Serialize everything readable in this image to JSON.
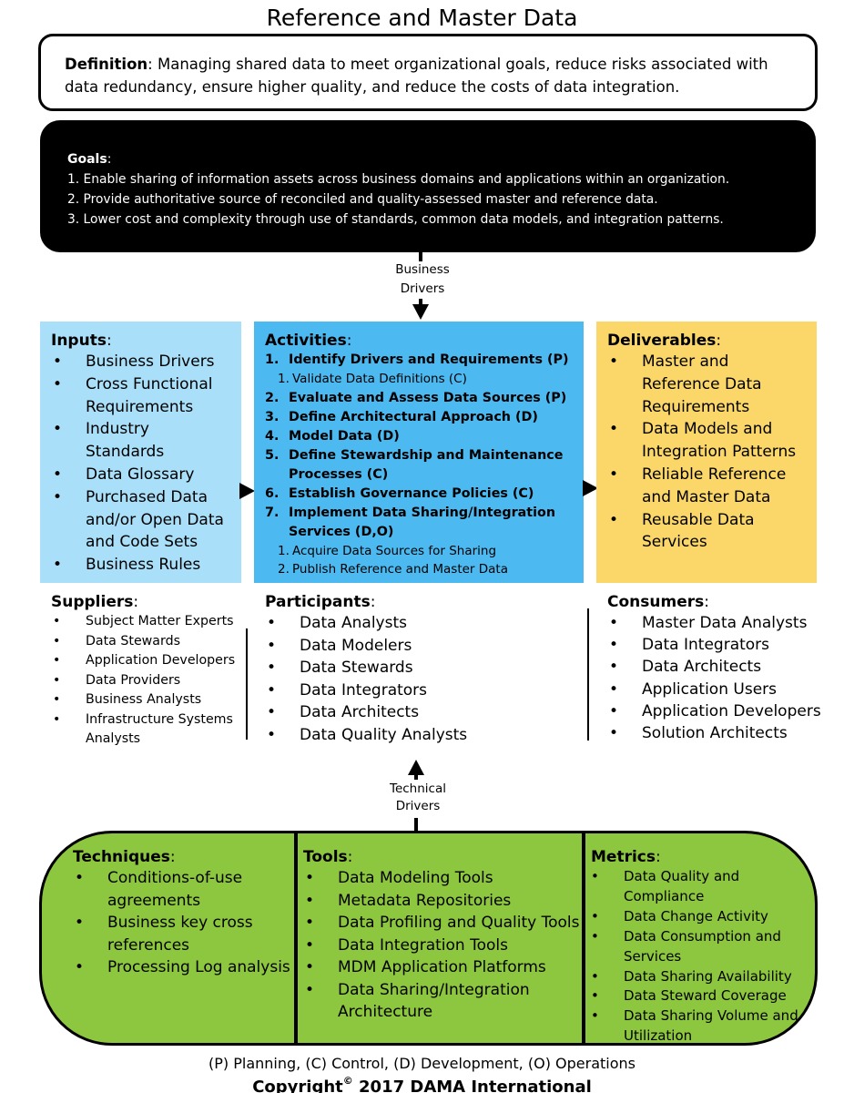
{
  "title": "Reference and Master Data",
  "definition": {
    "label": "Definition",
    "text": "Managing shared data to meet organizational goals, reduce risks associated with data redundancy, ensure higher quality, and reduce the costs of data integration."
  },
  "goals": {
    "label": "Goals",
    "items": [
      "1. Enable sharing of information assets across business domains and applications within an organization.",
      "2. Provide authoritative source of reconciled and quality-assessed master and reference data.",
      "3. Lower cost and complexity through use of standards, common data models, and integration patterns."
    ]
  },
  "business_drivers": {
    "line1": "Business",
    "line2": "Drivers"
  },
  "technical_drivers": {
    "line1": "Technical",
    "line2": "Drivers"
  },
  "inputs": {
    "title": "Inputs",
    "items": [
      "Business Drivers",
      "Cross Functional Requirements",
      "Industry Standards",
      "Data Glossary",
      "Purchased Data and/or Open Data and Code Sets",
      "Business Rules"
    ]
  },
  "activities": {
    "title": "Activities",
    "items": [
      {
        "num": "1.",
        "text": "Identify Drivers and Requirements (P)"
      },
      {
        "num": "1.",
        "text": "Validate Data Definitions (C)",
        "sub": true
      },
      {
        "num": "2.",
        "text": "Evaluate and Assess Data Sources (P)"
      },
      {
        "num": "3.",
        "text": "Define Architectural Approach (D)"
      },
      {
        "num": "4.",
        "text": "Model Data (D)"
      },
      {
        "num": "5.",
        "text": "Define Stewardship and Maintenance Processes (C)"
      },
      {
        "num": "6.",
        "text": "Establish Governance Policies (C)"
      },
      {
        "num": "7.",
        "text": "Implement Data Sharing/Integration Services (D,O)"
      },
      {
        "num": "1.",
        "text": "Acquire Data Sources for Sharing",
        "sub": true
      },
      {
        "num": "2.",
        "text": "Publish Reference and Master Data",
        "sub": true
      }
    ]
  },
  "deliverables": {
    "title": "Deliverables",
    "items": [
      "Master and Reference Data Requirements",
      "Data Models and Integration Patterns",
      "Reliable Reference and Master Data",
      "Reusable Data Services"
    ]
  },
  "suppliers": {
    "title": "Suppliers",
    "items": [
      "Subject Matter Experts",
      "Data Stewards",
      "Application Developers",
      "Data Providers",
      "Business Analysts",
      "Infrastructure Systems Analysts"
    ]
  },
  "participants": {
    "title": "Participants",
    "items": [
      "Data Analysts",
      "Data Modelers",
      "Data Stewards",
      "Data Integrators",
      "Data Architects",
      "Data Quality Analysts"
    ]
  },
  "consumers": {
    "title": "Consumers",
    "items": [
      "Master Data Analysts",
      "Data Integrators",
      "Data Architects",
      "Application Users",
      "Application Developers",
      "Solution Architects"
    ]
  },
  "techniques": {
    "title": "Techniques",
    "items": [
      "Conditions-of-use agreements",
      "Business key cross references",
      "Processing Log analysis"
    ]
  },
  "tools": {
    "title": "Tools",
    "items": [
      "Data Modeling Tools",
      "Metadata Repositories",
      "Data Profiling and Quality Tools",
      "Data Integration Tools",
      "MDM Application Platforms",
      "Data Sharing/Integration Architecture"
    ]
  },
  "metrics": {
    "title": "Metrics",
    "items": [
      "Data Quality and Compliance",
      "Data Change Activity",
      "Data Consumption and Services",
      "Data Sharing Availability",
      "Data Steward Coverage",
      "Data Sharing Volume and Utilization"
    ]
  },
  "legend": "(P) Planning, (C) Control, (D) Development, (O) Operations",
  "copyright": {
    "prefix": "Copyright",
    "symbol": "©",
    "suffix": " 2017 DAMA International"
  },
  "colors": {
    "inputs": "#a9dff8",
    "activities": "#4db9f1",
    "deliverables": "#fbd76a",
    "bottom": "#8dc63f",
    "goals": "#000000"
  }
}
